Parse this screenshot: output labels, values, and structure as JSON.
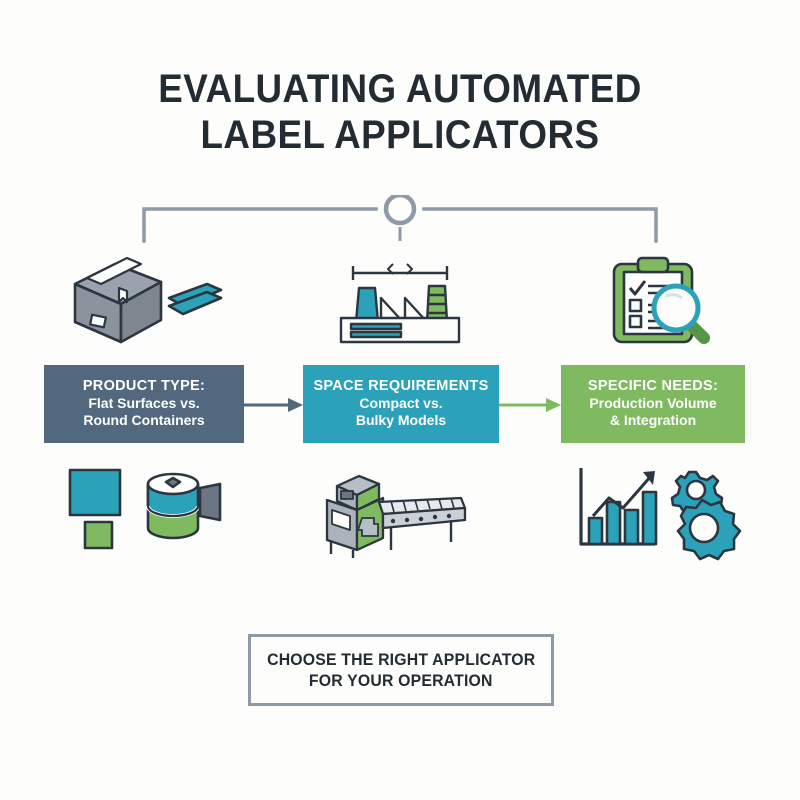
{
  "title": {
    "line1": "EVALUATING AUTOMATED",
    "line2": "LABEL APPLICATORS"
  },
  "colors": {
    "slate": "#52687F",
    "teal": "#2BA2BA",
    "green": "#80BA60",
    "dark_text": "#242C33",
    "connector_gray": "#8E9AA6",
    "background": "#FDFDFC"
  },
  "connector": {
    "shape": "bracket-with-ring",
    "ring_label": "hub-node"
  },
  "stages": [
    {
      "id": "product-type",
      "heading": "PRODUCT TYPE:",
      "detail_line1": "Flat Surfaces vs.",
      "detail_line2": "Round Containers",
      "color": "#52687F",
      "icon_top": "shipping-box-with-labels-icon",
      "icon_bottom": "flat-and-round-container-icon"
    },
    {
      "id": "space-requirements",
      "heading": "SPACE REQUIREMENTS",
      "detail_line1": "Compact vs.",
      "detail_line2": "Bulky Models",
      "color": "#2BA2BA",
      "icon_top": "factory-footprint-icon",
      "icon_bottom": "conveyor-labeling-machine-icon"
    },
    {
      "id": "specific-needs",
      "heading": "SPECIFIC NEEDS:",
      "detail_line1": "Production Volume",
      "detail_line2": "& Integration",
      "color": "#80BA60",
      "icon_top": "clipboard-checklist-magnifier-icon",
      "icon_bottom": "growth-chart-gears-icon"
    }
  ],
  "arrows": [
    {
      "id": "arrow-product-to-space",
      "color": "#52687F"
    },
    {
      "id": "arrow-space-to-needs",
      "color": "#80BA60"
    }
  ],
  "callout": {
    "line1": "CHOOSE THE RIGHT APPLICATOR",
    "line2": "FOR YOUR OPERATION"
  }
}
